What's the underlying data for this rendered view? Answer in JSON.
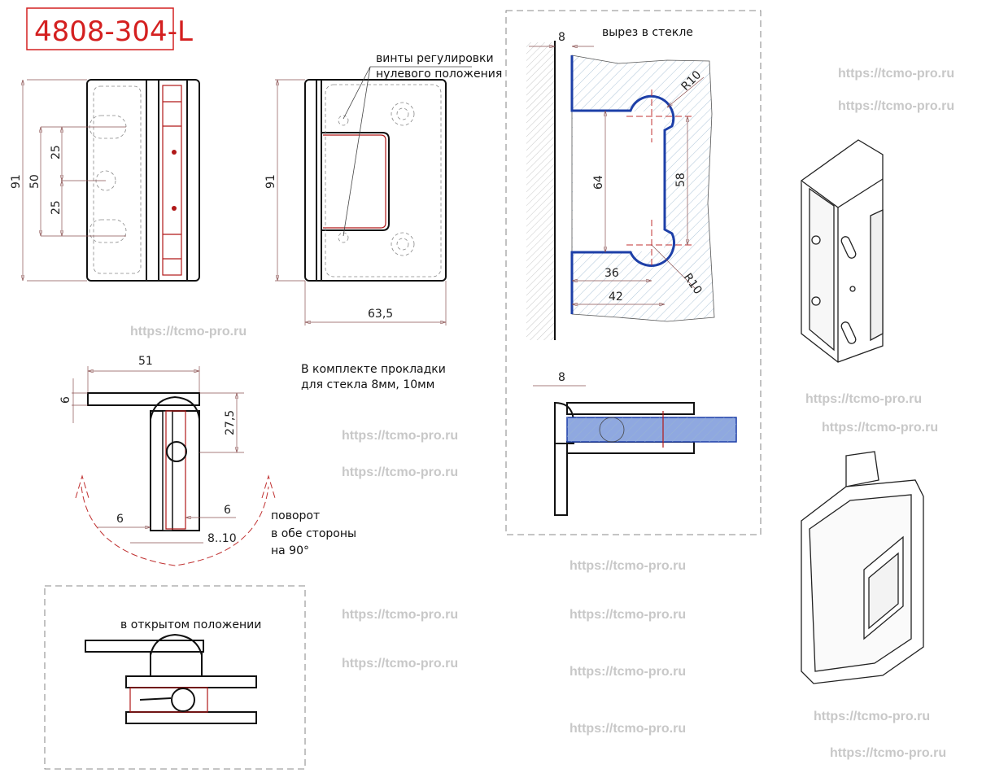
{
  "title": "4808-304-L",
  "watermark": "https://tcmo-pro.ru",
  "colors": {
    "title_red": "#d42020",
    "cutout_blue": "#1d3fa8",
    "dim_red": "#b01818"
  },
  "front_view": {
    "dims": {
      "height": "91",
      "holes_span": "50",
      "upper_gap": "25",
      "lower_gap": "25"
    }
  },
  "side_view": {
    "annotation_line1": "винты регулировки",
    "annotation_line2": "нулевого положения",
    "dims": {
      "height": "91",
      "width": "63,5"
    }
  },
  "cutout": {
    "title": "вырез в стекле",
    "dims": {
      "wall_gap": "8",
      "inner_height": "64",
      "center_span": "58",
      "radius_top": "R10",
      "radius_bottom": "R10",
      "depth_36": "36",
      "depth_42": "42",
      "section_gap": "8"
    }
  },
  "top_view": {
    "dims": {
      "width": "51",
      "plate": "6",
      "offset": "27,5",
      "left": "6",
      "right": "6",
      "glass": "8..10"
    },
    "kit_note_line1": "В комплекте прокладки",
    "kit_note_line2": "для стекла 8мм, 10мм",
    "rotation_line1": "поворот",
    "rotation_line2": "в обе стороны",
    "rotation_line3": "на 90°"
  },
  "open_view": {
    "title": "в открытом положении"
  }
}
